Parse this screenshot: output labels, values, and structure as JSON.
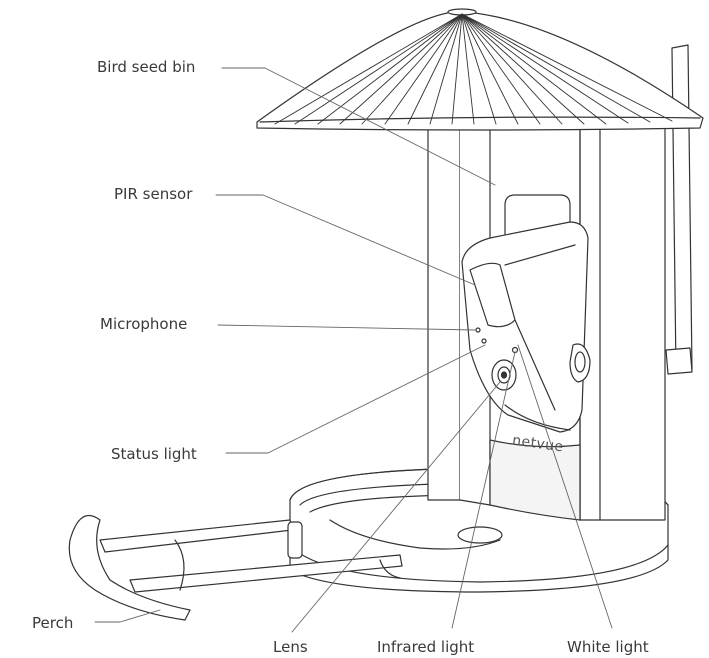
{
  "brand": "netvue",
  "labels": {
    "bird_seed_bin": "Bird seed bin",
    "pir_sensor": "PIR sensor",
    "microphone": "Microphone",
    "status_light": "Status light",
    "perch": "Perch",
    "lens": "Lens",
    "infrared_light": "Infrared light",
    "white_light": "White light"
  }
}
